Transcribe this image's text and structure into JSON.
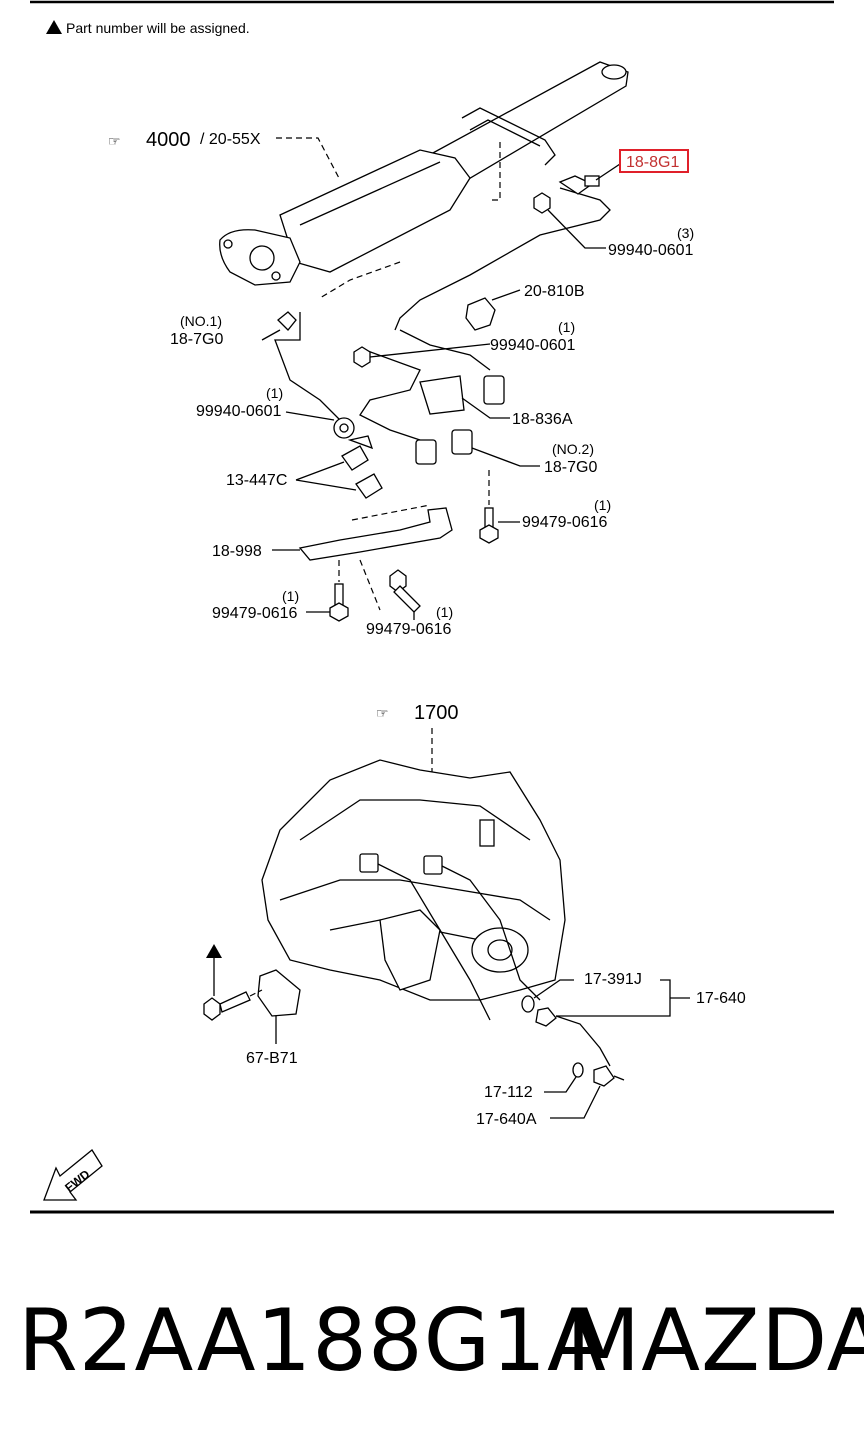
{
  "header_note": "Part number will be assigned.",
  "footer": {
    "part_number": "R2AA188G1A",
    "brand": "MAZDA"
  },
  "upper": {
    "ref_main": "4000",
    "ref_sub": "/ 20-55X",
    "highlight": "18-8G1",
    "labels": {
      "q3": "(3)",
      "p99940_top": "99940-0601",
      "p20810b": "20-810B",
      "no1": "(NO.1)",
      "p187g0_a": "18-7G0",
      "q1_a": "(1)",
      "p99940_mid": "99940-0601",
      "q1_b": "(1)",
      "p99940_left": "99940-0601",
      "p18836a": "18-836A",
      "no2": "(NO.2)",
      "p187g0_b": "18-7G0",
      "p13447c": "13-447C",
      "q1_c": "(1)",
      "p99479_r": "99479-0616",
      "p18998": "18-998",
      "q1_d": "(1)",
      "p99479_l": "99479-0616",
      "q1_e": "(1)",
      "p99479_c": "99479-0616"
    }
  },
  "lower": {
    "ref_main": "1700",
    "labels": {
      "p17391j": "17-391J",
      "p17640": "17-640",
      "p67b71": "67-B71",
      "p17112": "17-112",
      "p17640a": "17-640A"
    },
    "fwd": "FWD"
  }
}
